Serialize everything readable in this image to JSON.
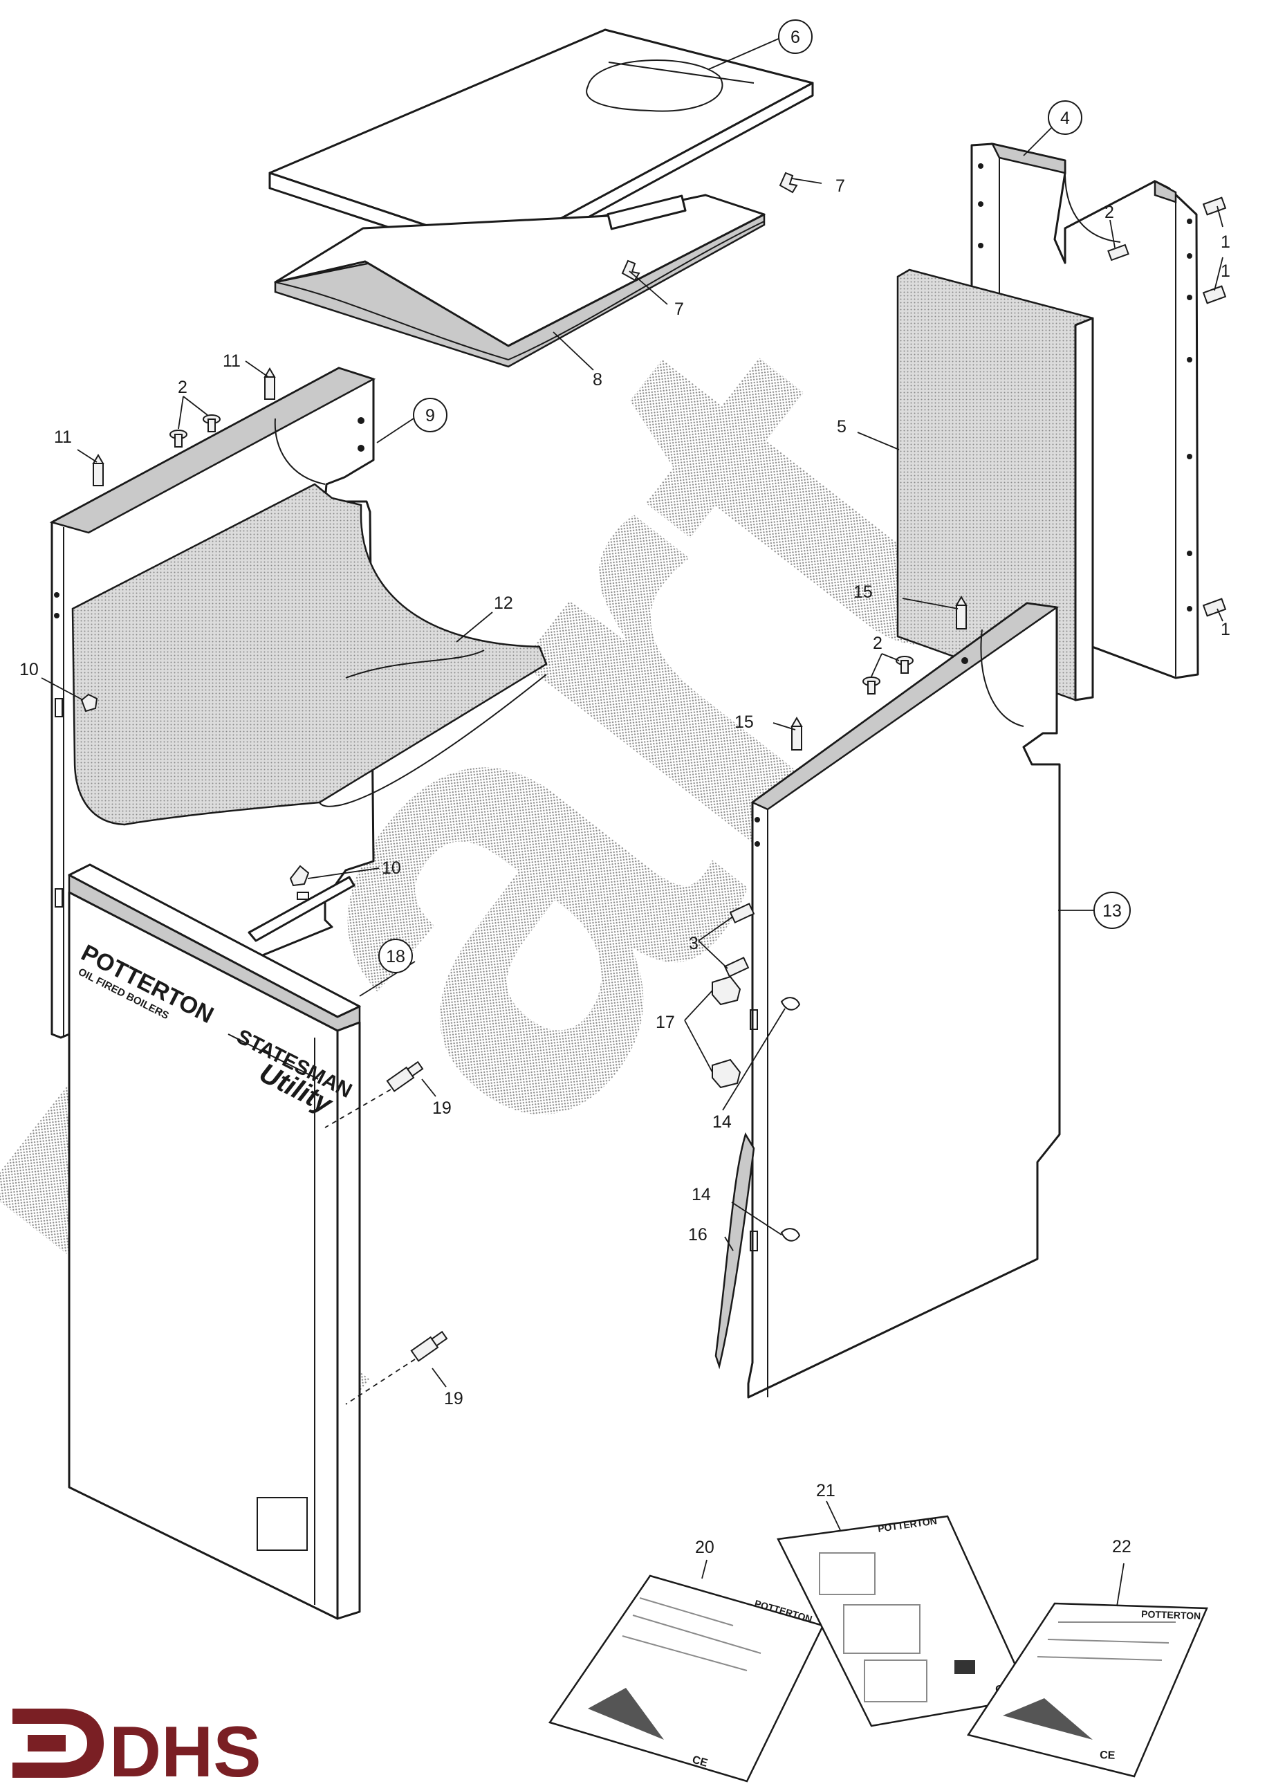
{
  "labels": {
    "c1": "1",
    "c2": "2",
    "c3": "3",
    "c4": "4",
    "c5": "5",
    "c6": "6",
    "c7": "7",
    "c8": "8",
    "c9": "9",
    "c10": "10",
    "c11": "11",
    "c12": "12",
    "c13": "13",
    "c14": "14",
    "c15": "15",
    "c16": "16",
    "c17": "17",
    "c18": "18",
    "c19": "19",
    "c20": "20",
    "c21": "21",
    "c22": "22"
  },
  "front_panel": {
    "brand": "POTTERTON",
    "brand_sub": "OIL FIRED BOILERS",
    "model": "STATESMAN",
    "model_sub": "Utility"
  },
  "documents": {
    "doc_brand": "POTTERTON",
    "ce_mark": "CE"
  },
  "watermark": "Part",
  "logo": {
    "text": "DHS",
    "color": "#7a1f24"
  }
}
